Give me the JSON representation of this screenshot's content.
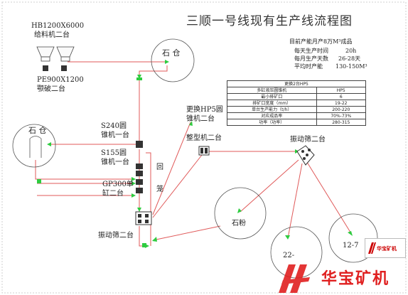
{
  "title": "三顺一号线现有生产线流程图",
  "equipment": {
    "feeder": [
      "HB1200X6000",
      "给料机二台"
    ],
    "jaw": [
      "PE900X1200",
      "颚破二台"
    ],
    "cone1": [
      "S240圆",
      "锥机一台"
    ],
    "cone2": [
      "S155圆",
      "锥机一台"
    ],
    "cone3": [
      "GP300单",
      "缸二台"
    ],
    "hp5": [
      "更换HP5圆",
      "锥机二台"
    ],
    "shaper": "整型机二台",
    "screen_right": "振动筛二台",
    "screen_bottom": "振动筛二台",
    "silo_top": "石 仓",
    "silo_left": "石 仓",
    "stone_powder": "石粉",
    "return_label": [
      "回",
      "笼"
    ],
    "out_a": "12-7",
    "out_b": "22-"
  },
  "capacity": {
    "heading": "目前产能月产8万M³成品",
    "rows": [
      {
        "label": "每天生产时间",
        "value": "20h"
      },
      {
        "label": "每月生产天数",
        "value": "26-28天"
      },
      {
        "label": "平均时产能",
        "value": "130-150M³"
      }
    ]
  },
  "spec_table": {
    "title": "更换2台HP5",
    "rows": [
      [
        "多缸液压圆锥机",
        "HP5"
      ],
      [
        "最小排矿口",
        "6"
      ],
      [
        "排矿口宽度（mm）",
        "19-22"
      ],
      [
        "单台生产能力（t/h）",
        "200-220"
      ],
      [
        "对应成品率",
        "70%-73%"
      ],
      [
        "功率（功率）",
        "280-315"
      ]
    ]
  },
  "brand": {
    "name": "华宝矿机",
    "mini": "华宝矿机"
  },
  "colors": {
    "flow_line": "#e05a5a",
    "green_arrow": "#2ecc40",
    "brand_red": "#e02020",
    "outline": "#555555"
  }
}
